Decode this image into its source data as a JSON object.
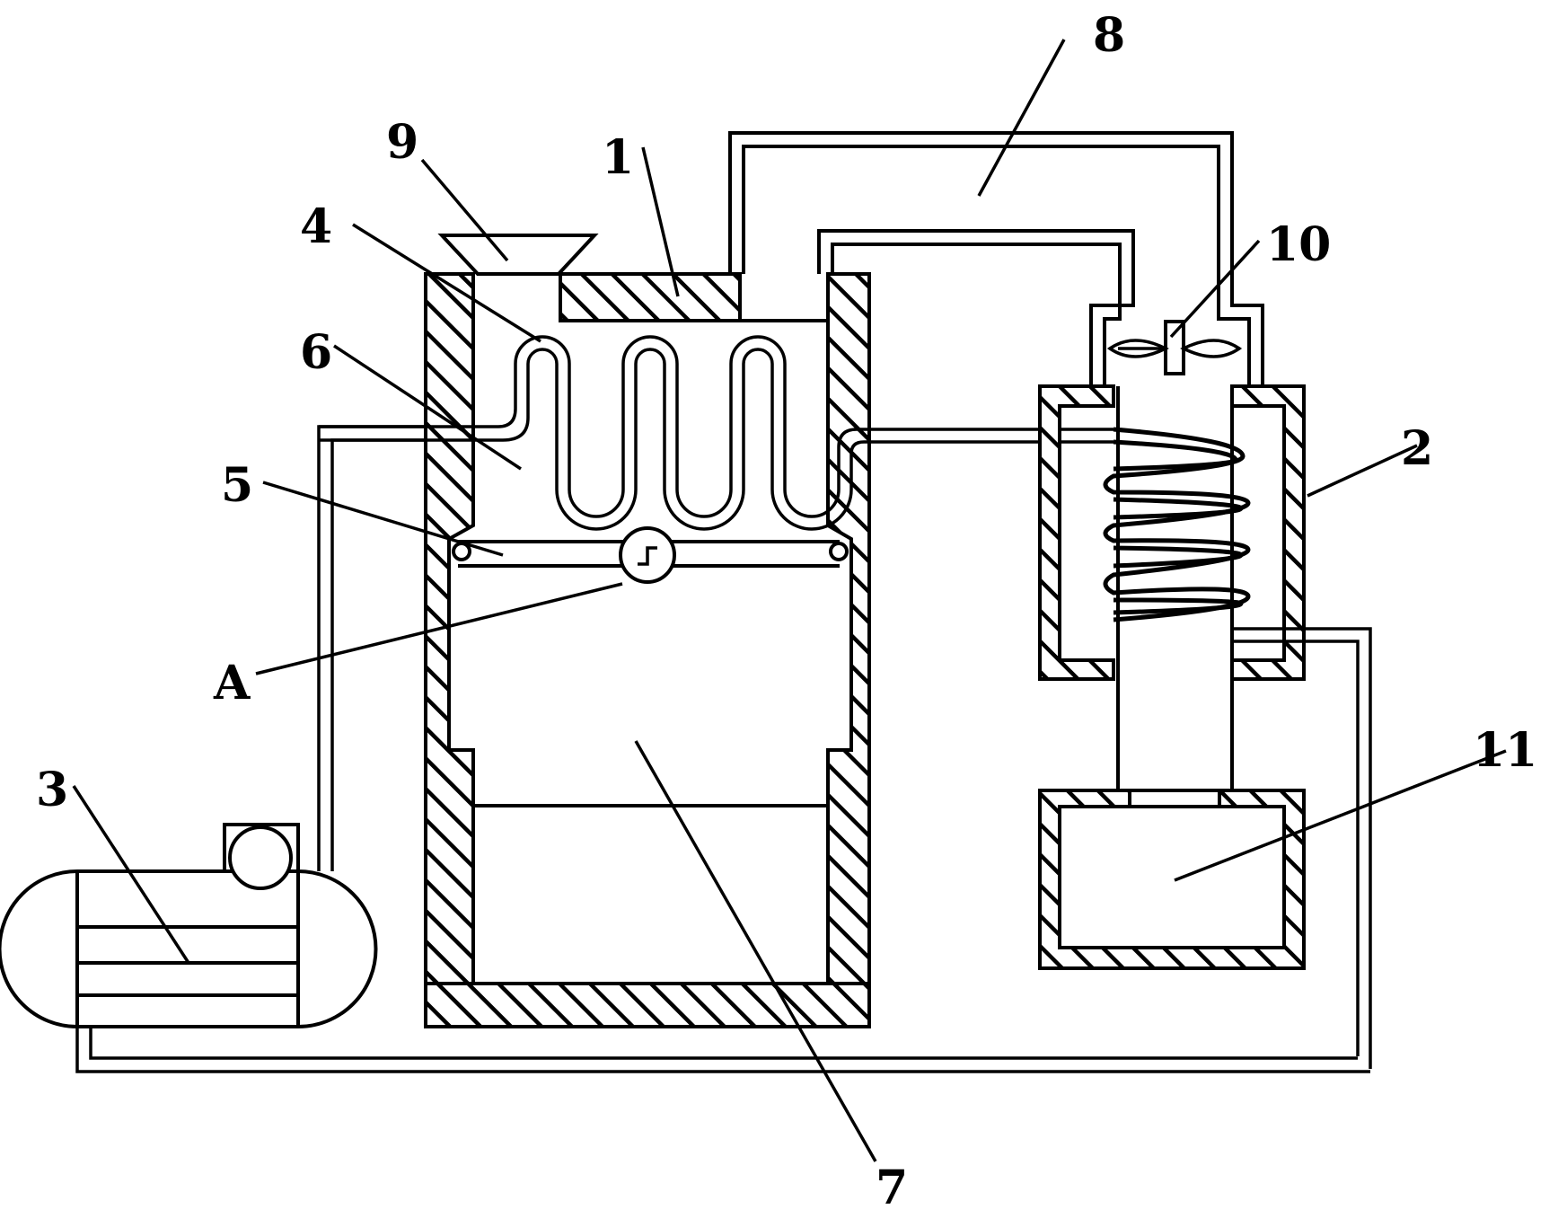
{
  "figure": {
    "labels": {
      "l1": "1",
      "l2": "2",
      "l3": "3",
      "l4": "4",
      "l5": "5",
      "l6": "6",
      "l7": "7",
      "l8": "8",
      "l9": "9",
      "l10": "10",
      "l11": "11",
      "lA": "A"
    },
    "colors": {
      "ink": "#000000",
      "paper": "#ffffff"
    }
  }
}
